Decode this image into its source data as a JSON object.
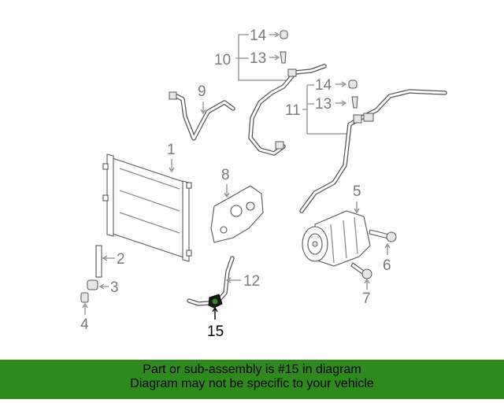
{
  "callouts": {
    "c1": "1",
    "c2": "2",
    "c3": "3",
    "c4": "4",
    "c5": "5",
    "c6": "6",
    "c7": "7",
    "c8": "8",
    "c9": "9",
    "c10": "10",
    "c11": "11",
    "c12": "12",
    "c13a": "13",
    "c13b": "13",
    "c14a": "14",
    "c14b": "14",
    "c15": "15"
  },
  "banner": {
    "line1": "Part or sub-assembly is #15 in diagram",
    "line2": "Diagram may not be specific to your vehicle"
  },
  "colors": {
    "banner_bg": "#2f8a1e",
    "highlight": "#000000",
    "callout": "#7a7a7a"
  }
}
